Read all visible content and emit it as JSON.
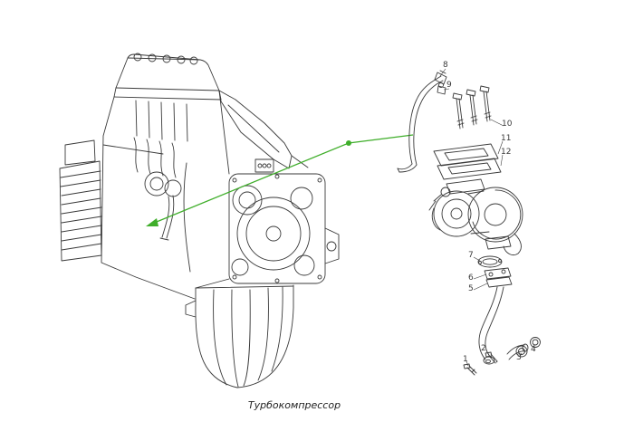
{
  "caption": "Турбокомпрессор",
  "colors": {
    "background": "#ffffff",
    "line": "#3a3a3a",
    "accent": "#3fae2a"
  },
  "parts": [
    {
      "label": "1"
    },
    {
      "label": "2"
    },
    {
      "label": "3"
    },
    {
      "label": "4"
    },
    {
      "label": "5"
    },
    {
      "label": "6"
    },
    {
      "label": "7"
    },
    {
      "label": "8"
    },
    {
      "label": "9"
    },
    {
      "label": "10"
    },
    {
      "label": "11"
    },
    {
      "label": "12"
    }
  ],
  "icons": {
    "pointer": "green-callout-arrow"
  }
}
